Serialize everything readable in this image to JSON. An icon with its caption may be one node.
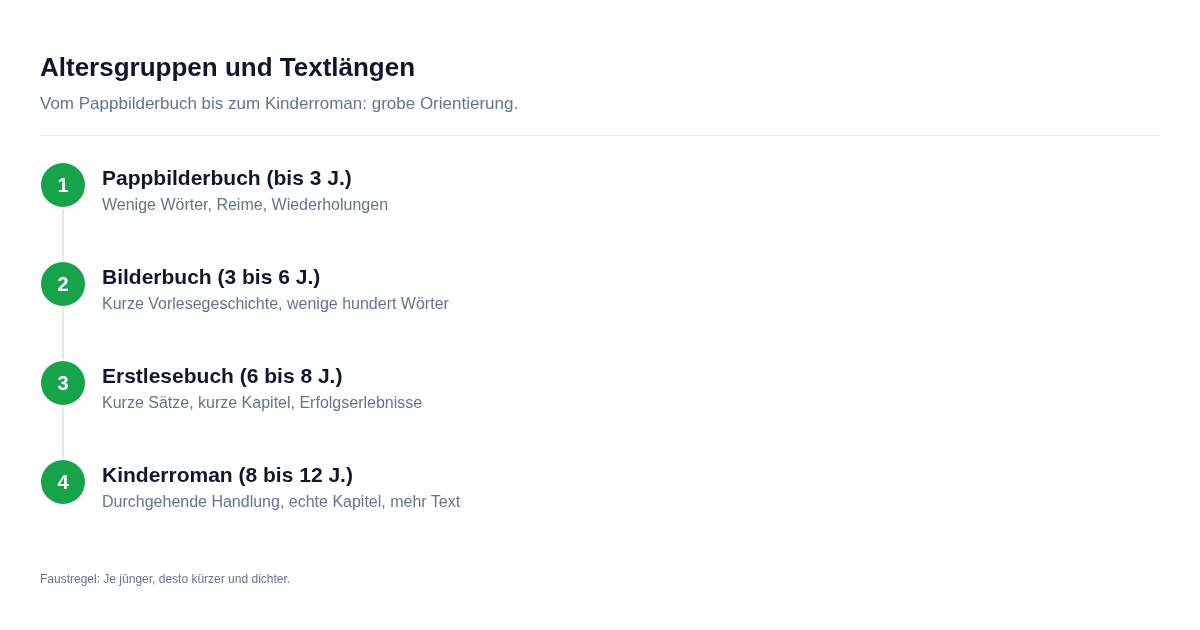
{
  "diagram": {
    "title": "Altersgruppen und Textlängen",
    "caption": "Faustregel: Je jünger, desto kürzer und dichter.",
    "nodes": [
      {
        "text": [
          "1"
        ],
        "beside": [
          "Pappbilderbuch (bis 3 J.)",
          "Wenige Wörter, Reime, Wiederholungen"
        ]
      },
      {
        "text": [
          "2"
        ],
        "beside": [
          "Bilderbuch (3 bis 6 J.)",
          "Kurze Vorlesegeschichte, wenige hundert Wörter"
        ]
      },
      {
        "text": [
          "3"
        ],
        "beside": [
          "Erstlesebuch (6 bis 8 J.)",
          "Kurze Sätze, kurze Kapitel, Erfolgserlebnisse"
        ]
      },
      {
        "text": [
          "4"
        ],
        "beside": [
          "Kinderroman (8 bis 12 J.)",
          "Durchgehende Handlung, echte Kapitel, mehr Text"
        ]
      }
    ],
    "edges": [
      {
        "from": 0,
        "to": 1,
        "arrow": "none"
      },
      {
        "from": 1,
        "to": 2,
        "arrow": "none"
      },
      {
        "from": 2,
        "to": 3,
        "arrow": "none"
      }
    ],
    "labels": [
      "Vom Pappbilderbuch bis zum Kinderroman: grobe Orientierung."
    ]
  }
}
